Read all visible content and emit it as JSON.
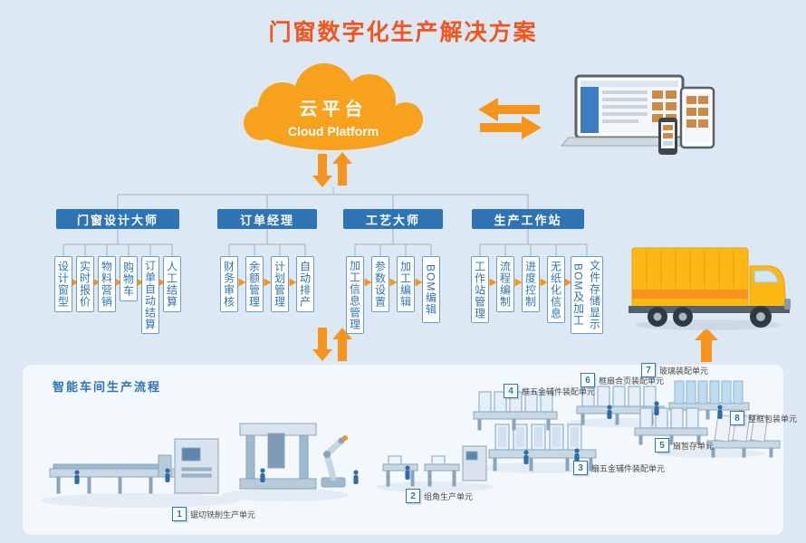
{
  "title": "门窗数字化生产解决方案",
  "cloud": {
    "name": "云平台",
    "subtitle": "Cloud Platform"
  },
  "tree": {
    "groups": [
      {
        "label": "门窗设计大师",
        "children": [
          "设计窗型",
          "实时报价",
          "物料营销",
          "购物车",
          "订单自动结算",
          "人工结算"
        ]
      },
      {
        "label": "订单经理",
        "children": [
          "财务审核",
          "余额管理",
          "计划管理",
          "自动排产"
        ]
      },
      {
        "label": "工艺大师",
        "children": [
          "加工信息管理",
          "参数设置",
          "加工编辑",
          "BOM编辑"
        ]
      },
      {
        "label": "生产工作站",
        "children": [
          "工作站管理",
          "流程编制",
          "进度控制",
          "无纸化信息"
        ],
        "wide": {
          "line1": "文件存储显示",
          "line2": "BOM及加工"
        }
      }
    ]
  },
  "workshop": {
    "label": "智能车间生产流程",
    "units": [
      {
        "num": "1",
        "label": "锯切铣削生产单元"
      },
      {
        "num": "2",
        "label": "组角生产单元"
      },
      {
        "num": "3",
        "label": "扇五金辅件装配单元"
      },
      {
        "num": "4",
        "label": "框五金辅件装配单元"
      },
      {
        "num": "5",
        "label": "扇暂存单元"
      },
      {
        "num": "6",
        "label": "框扇合页装配单元"
      },
      {
        "num": "7",
        "label": "玻璃装配单元"
      },
      {
        "num": "8",
        "label": "整框包装单元"
      }
    ]
  },
  "colors": {
    "background": "#dce8f3",
    "title_orange": "#f4541d",
    "accent_orange": "#f7941d",
    "cloud_orange": "#f8a11d",
    "primary_blue": "#2e74b5",
    "truck_yellow": "#fdb813"
  }
}
